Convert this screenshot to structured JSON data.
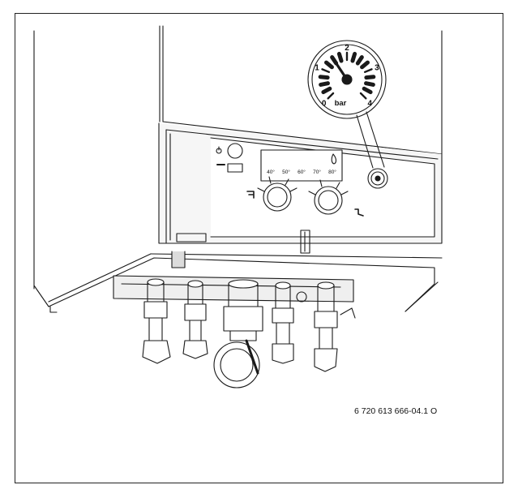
{
  "gauge": {
    "unit": "bar",
    "ticks": [
      "0",
      "1",
      "2",
      "3",
      "4"
    ],
    "pressure": 1.5
  },
  "temperature_scale": {
    "marks": [
      "40°",
      "50°",
      "60°",
      "70°",
      "80°"
    ]
  },
  "document_id": "6 720 613 666-04.1 O",
  "colors": {
    "line": "#1a1a1a",
    "panel_shade": "#e6e6e6",
    "dark_shade": "#7a7a7a"
  }
}
